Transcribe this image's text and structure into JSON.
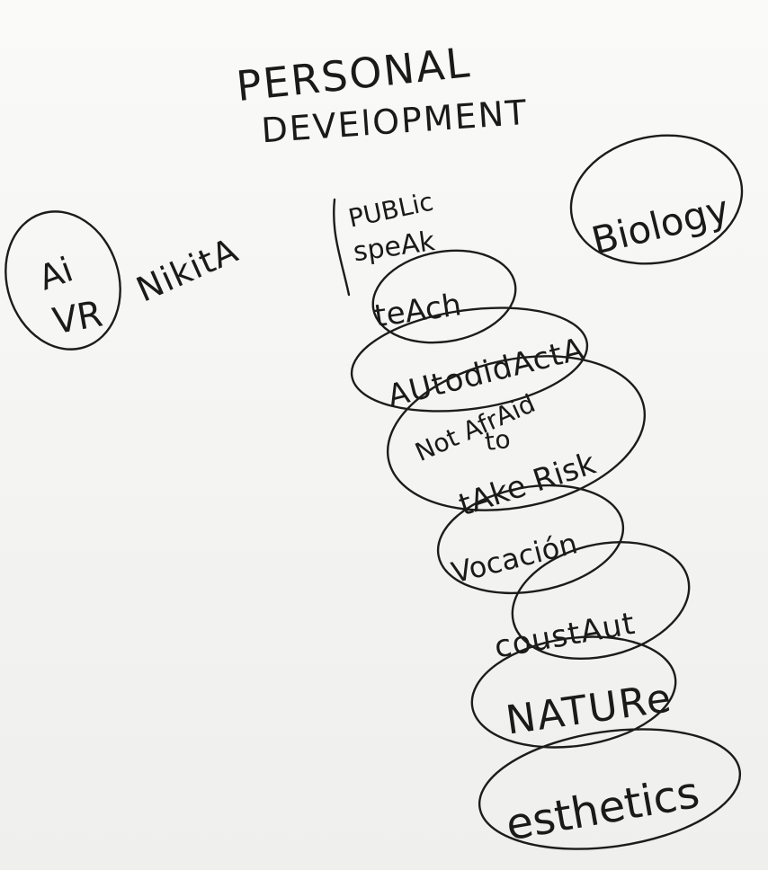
{
  "title": {
    "line1": "PERSONAL",
    "line2": "DEVElOPMENT"
  },
  "left": {
    "ai": "Ai",
    "vr": "VR",
    "name": "NikitA"
  },
  "public_speak": {
    "line1": "PUBLic",
    "line2": "speAk"
  },
  "biology": "Biology",
  "bubbles": {
    "teach": "teAch",
    "autodidacta": "AUtodidActA",
    "not_afraid_1": "Not AfrAid",
    "not_afraid_2": "to",
    "not_afraid_3": "tAke Risk",
    "vocacion": "Vocación",
    "constant": "coustAut",
    "nature": "NATURe",
    "esthetics": "esthetics"
  }
}
